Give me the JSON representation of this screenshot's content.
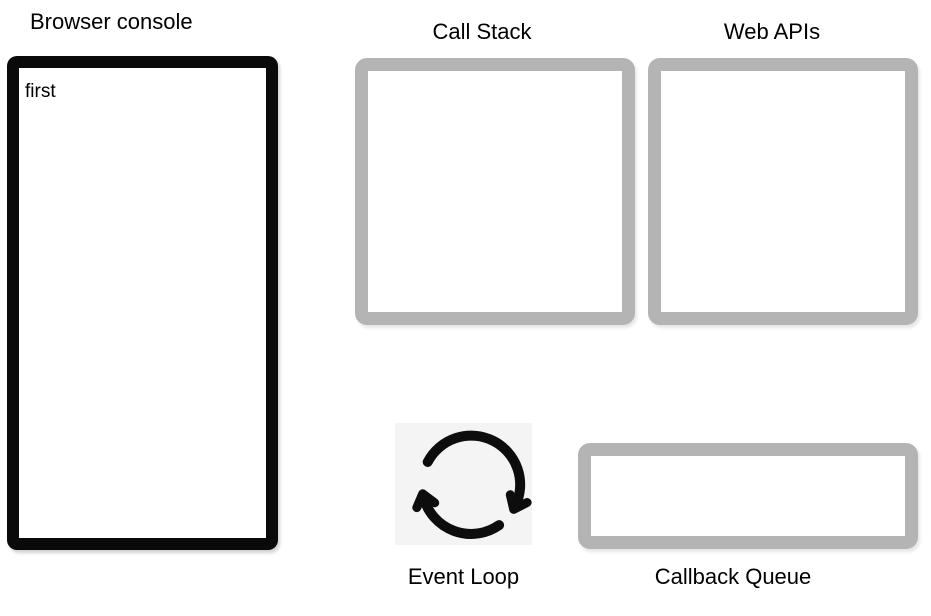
{
  "console": {
    "label": "Browser console",
    "entries": [
      "first"
    ]
  },
  "call_stack": {
    "label": "Call Stack",
    "items": []
  },
  "web_apis": {
    "label": "Web APIs",
    "items": []
  },
  "event_loop": {
    "label": "Event Loop",
    "icon": "cycle-arrows-icon"
  },
  "callback_queue": {
    "label": "Callback Queue",
    "items": []
  },
  "colors": {
    "background": "#ffffff",
    "text": "#000000",
    "console_border": "#0a0a0a",
    "box_border_gray": "#b4b4b4",
    "icon_bg": "#f4f4f4",
    "icon_stroke": "#0d0d0d"
  }
}
